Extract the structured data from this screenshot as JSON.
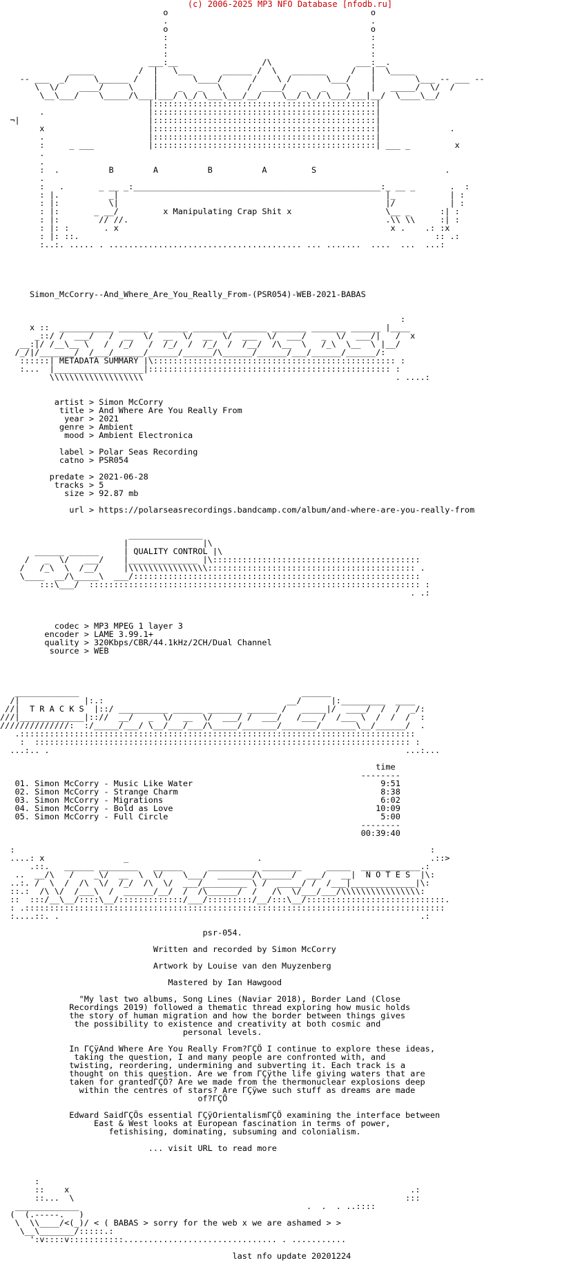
{
  "banner": "(c) 2006-2025 MP3 NFO Database [nfodb.ru]",
  "nfo_lines": [
    "",
    "                                 o                                         o",
    "                                 .                                         .",
    "                                 o                                         o",
    "                                 :                                         :",
    "                                 :                                         :",
    "                                 :                                         :",
    "                              ___:__                 /\\                 ___:__.",
    "              _____         /  |   \\___      ______ /  \\   _______     /   |  \\_____",
    "    -- ___  _/     \\______ /   |       \\____/      /    \\ /       \\___/    |        \\___ -- ___ --",
    "       \\  \\/    ____/     \\    |    _   _   \\     /  ____/   _   _    \\    |   _____/  \\/  /",
    "        \\__\\___/    \\_____/\\___|___/ \\_/ \\___\\___/__/    \\__/ \\_/ \\___/___|__/  \\____\\__/",
    "                              |:::::::::::::::::::::::::::::::::::::::::::::|",
    "        .                     |:::::::::::::::::::::::::::::::::::::::::::::|",
    "  ¬|                          |:::::::::::::::::::::::::::::::::::::::::::::|",
    "        x                     |:::::::::::::::::::::::::::::::::::::::::::::|              .",
    "        .                     |:::::::::::::::::::::::::::::::::::::::::::::|",
    "        :     _ ___           |:::::::::::::::::::::::::::::::::::::::::::::| ___ _         x",
    "        .",
    "        .",
    "        :  .          B        A          B          A         S                          .",
    "        .",
    "        :   .       _ __ _:__________________________________________________:_ __ _       .  :",
    "        : |.          _|                                                      |_           | :",
    "        : |:          \\|                                                      |/           | :",
    "        : |:       _ __/         x Manipulating Crap Shit x                   \\__ _      :| :",
    "        : |:        // //.                                                    .\\\\ \\\\     :| :",
    "        : |: :       . x                                                       x .    .: :x",
    "        : |: ::.                                                                        :: .:",
    "        :..:. ..... . ....................................... ... .......  ....  ...  ...:",
    "",
    "",
    "",
    "",
    "",
    "      Simon_McCorry--And_Where_Are_You_Really_From-(PSR054)-WEB-2021-BABAS",
    "",
    "",
    "                                                                                 :",
    "      x ::  ___________ ______  ______ _______ _______ _______ _______ ______ |____",
    "       _::/ /  ___/   /  __  \\/  __  \\/  __  \\/  ___  \\/  ___/   _  \\/  ___/|   /  x",
    "    __:|/ /__\\__ \\   /  /_/   /  /_/  /  /_/  /  /__/  /\\__  \\   /_\\  \\__  \\ |__/",
    "   /_/|/_______/  /___/______/______/______/\\______/______/___/______/______/:",
    "    ::::::| METADATA SUMMARY |\\::::::::::::::::::::::::::::::::::::::::::::::::: :",
    "    :...  |__________________|::::::::::::::::::::::::::::::::::::::::::::::::: :",
    "          \\\\\\\\\\\\\\\\\\\\\\\\\\\\\\\\\\\\\\                                                   . ....:",
    "",
    "",
    "           artist > Simon McCorry",
    "            title > And Where Are You Really From",
    "             year > 2021",
    "            genre > Ambient",
    "             mood > Ambient Electronica",
    "",
    "            label > Polar Seas Recording",
    "            catno > PSR054",
    "",
    "          predate > 2021-06-28",
    "           tracks > 5",
    "             size > 92.87 mb",
    "",
    "              url > https://polarseasrecordings.bandcamp.com/album/and-where-are-you-really-from",
    "",
    "",
    "                          _______________",
    "                         |               |\\",
    "       ______ ______     | QUALITY CONTROL |\\",
    "     /   _  \\/   ___/    |______________ |\\::::::::::::::::::::::::::::::::::::::::::",
    "    /   /_\\  \\  /__/     |\\\\\\\\\\\\\\\\\\\\\\\\\\\\\\\\:::::::::::::::::::::::::::::::::::::::::: .",
    "    \\____  __/\\_____\\  ___/::::::::::::::::::::::::::::::::::::::::::::::::::::::::::",
    "        :::\\___/  ::::::::::::::::::::::::::::::::::::::::::::::::::::::::::::::::::: :",
    "                                                                                   . .:",
    "",
    "",
    "",
    "           codec > MP3 MPEG 1 layer 3",
    "         encoder > LAME 3.99.1+",
    "         quality > 320Kbps/CBR/44.1kHz/2CH/Dual Channel",
    "          source > WEB",
    "",
    "",
    "",
    "",
    "   _____________                                             ______",
    "  /|             |:.:                                     __/      |:_________  ____",
    " //|  T R A C K S  |::/ __________ ______ _______ ______ /   _____|/  ____/  /  /  _/:",
    "///|_____________|:://  __/   _  \\/  __  \\/  ___/ /  ___/   /___ /  /___ \\  /  /  /  :",
    "//////////////:  :/_____/___/ \\__/___/___/\\_____/_______/_______/_______\\__/______/  .",
    "   .::::::::::::::::::::::::::::::::::::::::::::::::::::::::::::::::::::::::::::::::",
    "    :  :::::::::::::::::::::::::::::::::::::::::::::::::::::::::::::::::::::::::::: :",
    "  ...:.. .                                                                        ...:...",
    "",
    "                                                                            time",
    "                                                                         --------",
    "   01. Simon McCorry - Music Like Water                                      9:51",
    "   02. Simon McCorry - Strange Charm                                         8:38",
    "   03. Simon McCorry - Migrations                                            6:02",
    "   04. Simon McCorry - Bold as Love                                         10:09",
    "   05. Simon McCorry - Full Circle                                           5:00",
    "                                                                         --------",
    "                                                                         00:39:40",
    "",
    "  :                                                                                    :",
    "  ....: x                _                          .                                  .::>",
    "      .::.   ______ ________   ______     __________ ________     _____  ____________.:",
    "   ..  __/\\   /    _\\/  __  \\  \\/    \\___/  _______/\\______/  ___/   __|  N O T E S  |\\:",
    "  ..:. /  \\  /  /\\  \\/  /_/  /\\  \\/  ___/_________ \\ /  _____/ /  /___|_____________|\\:",
    "  ::.:  /\\ \\/  /___\\  /  ______/__/  /  /\\______/  /   /\\  \\/___/___/\\\\\\\\\\\\\\\\\\\\\\\\\\\\\\\\:",
    "  ::  :::/__\\__/::::\\__/:::::::::::::/___/:::::::::/__/:::\\__/::::::::::::::::::::::::::::.",
    "  : .:::::::::::::::::::::::::::::::::::::::::::::::::::::::::::::::::::::::::::::::::::::",
    "  :....::. .                                                                         .:",
    "",
    "                                         psr-054.",
    "",
    "                               Written and recorded by Simon McCorry",
    "",
    "                               Artwork by Louise van den Muyzenberg",
    "",
    "                                  Mastered by Ian Hawgood",
    "",
    "                \"My last two albums, Song Lines (Naviar 2018), Border Land (Close",
    "              Recordings 2019) followed a thematic thread exploring how music holds",
    "              the story of human migration and how the border between things gives",
    "               the possibility to existence and creativity at both cosmic and",
    "                                     personal levels.",
    "",
    "              In ΓÇÿAnd Where Are You Really From?ΓÇÖ I continue to explore these ideas,",
    "               taking the question, I and many people are confronted with, and",
    "              twisting, reordering, undermining and subverting it. Each track is a",
    "              thought on this question. Are we from ΓÇÿthe life giving waters that are",
    "              taken for grantedΓÇÖ? Are we made from the thermonuclear explosions deep",
    "                within the centres of stars? Are ΓÇÿwe such stuff as dreams are made",
    "                                        of?ΓÇÖ",
    "",
    "              Edward SaidΓÇÖs essential ΓÇÿOrientalismΓÇÖ examining the interface between",
    "                   East & West looks at European fascination in terms of power,",
    "                      fetishising, dominating, subsuming and colonialism.",
    "",
    "                              ... visit URL to read more",
    "",
    "",
    "",
    "       :",
    "       ::    x                                                                     .:",
    "       ::...  \\                                                                   :::",
    "   _____________                                              .  .  . ..::::",
    "  (  (.-----.   )",
    "   \\  \\\\____/<(_)/ < ( BABAS > sorry for the web x we are ashamed > >",
    "    \\__\\_______/:::::.:",
    "      ':v::::v:::::::::::............................... . ...........",
    "",
    "                                               last nfo update 20201224"
  ]
}
